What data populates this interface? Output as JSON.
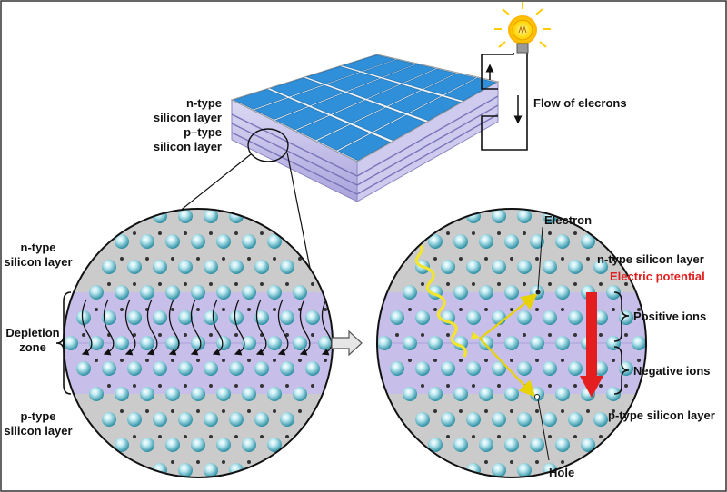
{
  "panel": {
    "labels": {
      "n_type_line1": "n-type",
      "n_type_line2": "silicon layer",
      "p_type_line1": "p–type",
      "p_type_line2": "silicon layer"
    },
    "flow_label": "Flow of elecrons"
  },
  "left_circle": {
    "n_type_line1": "n-type",
    "n_type_line2": "silicon layer",
    "depletion_line1": "Depletion",
    "depletion_line2": "zone",
    "p_type_line1": "p-type",
    "p_type_line2": "silicon layer"
  },
  "right_circle": {
    "electron": "Electron",
    "hole": "Hole",
    "n_type": "n-type silicon layer",
    "electric_potential": "Electric potential",
    "positive_ions": "Positive ions",
    "negative_ions": "Negative ions",
    "p_type": "p-type silicon layer"
  },
  "colors": {
    "panel_blue": "#2f8fd8",
    "layer_purple": "#b9b4e6",
    "circle_gray": "#c9c9c9",
    "band_purple": "#c8c0ec",
    "atom_teal": "#3fa9b8",
    "potential_red": "#e41e1e",
    "light_yellow": "#f4ea2a",
    "icon_names": [
      "light-bulb-icon",
      "arrow-right-icon"
    ]
  }
}
